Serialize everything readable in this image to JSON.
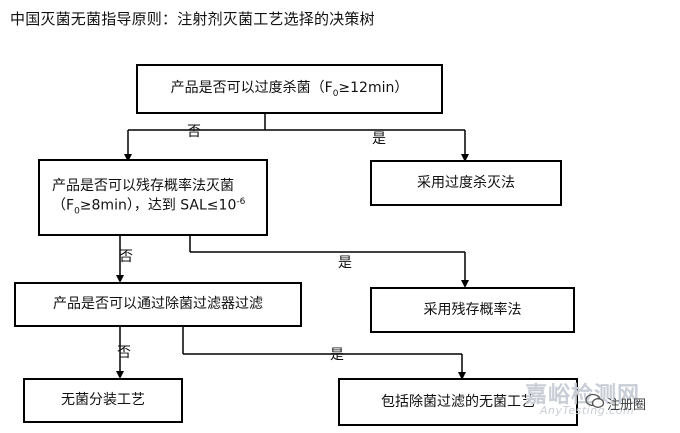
{
  "title": "中国灭菌无菌指导原则：注射剂灭菌工艺选择的决策树",
  "nodes": {
    "q1": {
      "pre": "产品是否可以过度杀菌（F",
      "sub": "0",
      "post": "≥12min）"
    },
    "q2": {
      "line1": "产品是否可以残存概率法灭菌",
      "l2a": "（F",
      "l2sub": "0",
      "l2b": "≥8min），达到 SAL≤10",
      "l2sup": "-6"
    },
    "q3": {
      "text": "产品是否可以通过除菌过滤器过滤"
    },
    "a1": {
      "text": "采用过度杀灭法"
    },
    "a2": {
      "text": "采用残存概率法"
    },
    "a3": {
      "text": "无菌分装工艺"
    },
    "a4": {
      "text": "包括除菌过滤的无菌工艺"
    }
  },
  "edges": {
    "no1": "否",
    "yes1": "是",
    "no2": "否",
    "yes2": "是",
    "no3": "否",
    "yes3": "是"
  },
  "watermark": {
    "cn": "嘉峪检测网",
    "en": "AnyTesting.com",
    "register": "注册圈"
  }
}
